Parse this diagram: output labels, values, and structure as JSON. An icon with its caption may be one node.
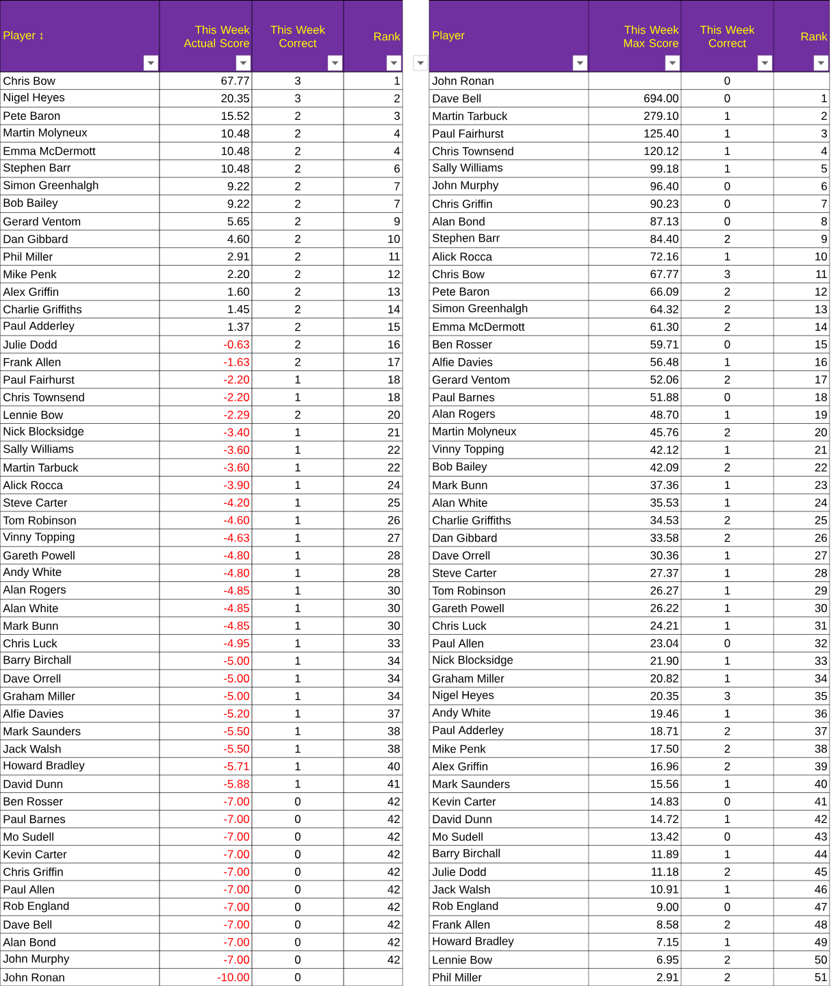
{
  "diagram": {
    "labels": [
      "Player ↕",
      "This Week Actual Score",
      "This Week Correct",
      "Rank",
      "Player",
      "This Week Max Score",
      "This Week Correct",
      "Rank",
      "Chris Bow",
      "67.77",
      "3",
      "1",
      "John Ronan",
      "0",
      "Nigel Heyes",
      "20.35",
      "3",
      "2",
      "Dave Bell",
      "694.00",
      "0",
      "1",
      "Pete Baron",
      "15.52",
      "2",
      "3",
      "Martin Tarbuck",
      "279.10",
      "1",
      "2",
      "Martin Molyneux",
      "10.48",
      "2",
      "4",
      "Paul Fairhurst",
      "125.40",
      "1",
      "3",
      "Emma McDermott",
      "10.48",
      "2",
      "4",
      "Chris Townsend",
      "120.12",
      "1",
      "4",
      "Stephen Barr",
      "10.48",
      "2",
      "6",
      "Sally Williams",
      "99.18",
      "1",
      "5",
      "Simon Greenhalgh",
      "9.22",
      "2",
      "7",
      "John Murphy",
      "96.40",
      "0",
      "6",
      "Bob Bailey",
      "9.22",
      "2",
      "7",
      "Chris Griffin",
      "90.23",
      "0",
      "7",
      "Gerard Ventom",
      "5.65",
      "2",
      "9",
      "Alan Bond",
      "87.13",
      "0",
      "8",
      "Dan Gibbard",
      "4.60",
      "2",
      "10",
      "Stephen Barr",
      "84.40",
      "2",
      "9",
      "Phil Miller",
      "2.91",
      "2",
      "11",
      "Alick Rocca",
      "72.16",
      "1",
      "10",
      "Mike Penk",
      "2.20",
      "2",
      "12",
      "Chris Bow",
      "67.77",
      "3",
      "11",
      "Alex Griffin",
      "1.60",
      "2",
      "13",
      "Pete Baron",
      "66.09",
      "2",
      "12",
      "Charlie Griffiths",
      "1.45",
      "2",
      "14",
      "Simon Greenhalgh",
      "64.32",
      "2",
      "13",
      "Paul Adderley",
      "1.37",
      "2",
      "15",
      "Emma McDermott",
      "61.30",
      "2",
      "14",
      "Julie Dodd",
      "-0.63",
      "2",
      "16",
      "Ben Rosser",
      "59.71",
      "0",
      "15",
      "Frank Allen",
      "-1.63",
      "2",
      "17",
      "Alfie Davies",
      "56.48",
      "1",
      "16",
      "Paul Fairhurst",
      "-2.20",
      "1",
      "18",
      "Gerard Ventom",
      "52.06",
      "2",
      "17",
      "Chris Townsend",
      "-2.20",
      "1",
      "18",
      "Paul Barnes",
      "51.88",
      "0",
      "18",
      "Lennie Bow",
      "-2.29",
      "2",
      "20",
      "Alan Rogers",
      "48.70",
      "1",
      "19",
      "Nick Blocksidge",
      "-3.40",
      "1",
      "21",
      "Martin Molyneux",
      "45.76",
      "2",
      "20",
      "Sally Williams",
      "-3.60",
      "1",
      "22",
      "Vinny Topping",
      "42.12",
      "1",
      "21",
      "Martin Tarbuck",
      "-3.60",
      "1",
      "22",
      "Bob Bailey",
      "42.09",
      "2",
      "22",
      "Alick Rocca",
      "-3.90",
      "1",
      "24",
      "Mark Bunn",
      "37.36",
      "1",
      "23",
      "Steve Carter",
      "-4.20",
      "1",
      "25",
      "Alan White",
      "35.53",
      "1",
      "24",
      "Tom Robinson",
      "-4.60",
      "1",
      "26",
      "Charlie Griffiths",
      "34.53",
      "2",
      "25",
      "Vinny Topping",
      "-4.63",
      "1",
      "27",
      "Dan Gibbard",
      "33.58",
      "2",
      "26",
      "Gareth Powell",
      "-4.80",
      "1",
      "28",
      "Dave Orrell",
      "30.36",
      "1",
      "27",
      "Andy White",
      "-4.80",
      "1",
      "28",
      "Steve Carter",
      "27.37",
      "1",
      "28",
      "Alan Rogers",
      "-4.85",
      "1",
      "30",
      "Tom Robinson",
      "26.27",
      "1",
      "29",
      "Alan White",
      "-4.85",
      "1",
      "30",
      "Gareth Powell",
      "26.22",
      "1",
      "30",
      "Mark Bunn",
      "-4.85",
      "1",
      "30",
      "Chris Luck",
      "24.21",
      "1",
      "31",
      "Chris Luck",
      "-4.95",
      "1",
      "33",
      "Paul Allen",
      "23.04",
      "0",
      "32",
      "Barry Birchall",
      "-5.00",
      "1",
      "34",
      "Nick Blocksidge",
      "21.90",
      "1",
      "33",
      "Dave Orrell",
      "-5.00",
      "1",
      "34",
      "Graham Miller",
      "20.82",
      "1",
      "34",
      "Graham Miller",
      "-5.00",
      "1",
      "34",
      "Nigel Heyes",
      "20.35",
      "3",
      "35",
      "Alfie Davies",
      "-5.20",
      "1",
      "37",
      "Andy White",
      "19.46",
      "1",
      "36",
      "Mark Saunders",
      "-5.50",
      "1",
      "38",
      "Paul Adderley",
      "18.71",
      "2",
      "37",
      "Jack Walsh",
      "-5.50",
      "1",
      "38",
      "Mike Penk",
      "17.50",
      "2",
      "38",
      "Howard Bradley",
      "-5.71",
      "1",
      "40",
      "Alex Griffin",
      "16.96",
      "2",
      "39",
      "David Dunn",
      "-5.88",
      "1",
      "41",
      "Mark Saunders",
      "15.56",
      "1",
      "40",
      "Ben Rosser",
      "-7.00",
      "0",
      "42",
      "Kevin Carter",
      "14.83",
      "0",
      "41",
      "Paul Barnes",
      "-7.00",
      "0",
      "42",
      "David Dunn",
      "14.72",
      "1",
      "42",
      "Mo Sudell",
      "-7.00",
      "0",
      "42",
      "Mo Sudell",
      "13.42",
      "0",
      "43",
      "Kevin Carter",
      "-7.00",
      "0",
      "42",
      "Barry Birchall",
      "11.89",
      "1",
      "44",
      "Chris Griffin",
      "-7.00",
      "0",
      "42",
      "Julie Dodd",
      "11.18",
      "2",
      "45",
      "Paul Allen",
      "-7.00",
      "0",
      "42",
      "Jack Walsh",
      "10.91",
      "1",
      "46",
      "Rob England",
      "-7.00",
      "0",
      "42",
      "Rob England",
      "9.00",
      "0",
      "47",
      "Dave Bell",
      "-7.00",
      "0",
      "42",
      "Frank Allen",
      "8.58",
      "2",
      "48",
      "Alan Bond",
      "-7.00",
      "0",
      "42",
      "Howard Bradley",
      "7.15",
      "1",
      "49",
      "John Murphy",
      "-7.00",
      "0",
      "42",
      "Lennie Bow",
      "6.95",
      "2",
      "50",
      "John Ronan",
      "-10.00",
      "0",
      "Phil Miller",
      "2.91",
      "2",
      "51"
    ]
  }
}
